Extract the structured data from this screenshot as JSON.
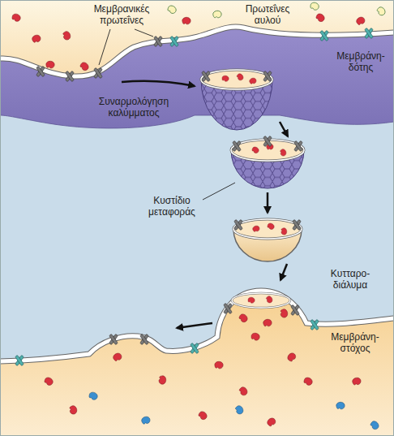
{
  "diagram": {
    "labels": [
      "Μεμβρανικές πρωτεΐνες",
      "Πρωτεΐνες αυλού",
      "Μεμβράνη- δότης",
      "Συναρμολόγηση καλύμματος",
      "Κυστίδιο μεταφοράς",
      "Κυτταρο- διάλυμα",
      "Μεμβράνη- στόχος"
    ]
  }
}
